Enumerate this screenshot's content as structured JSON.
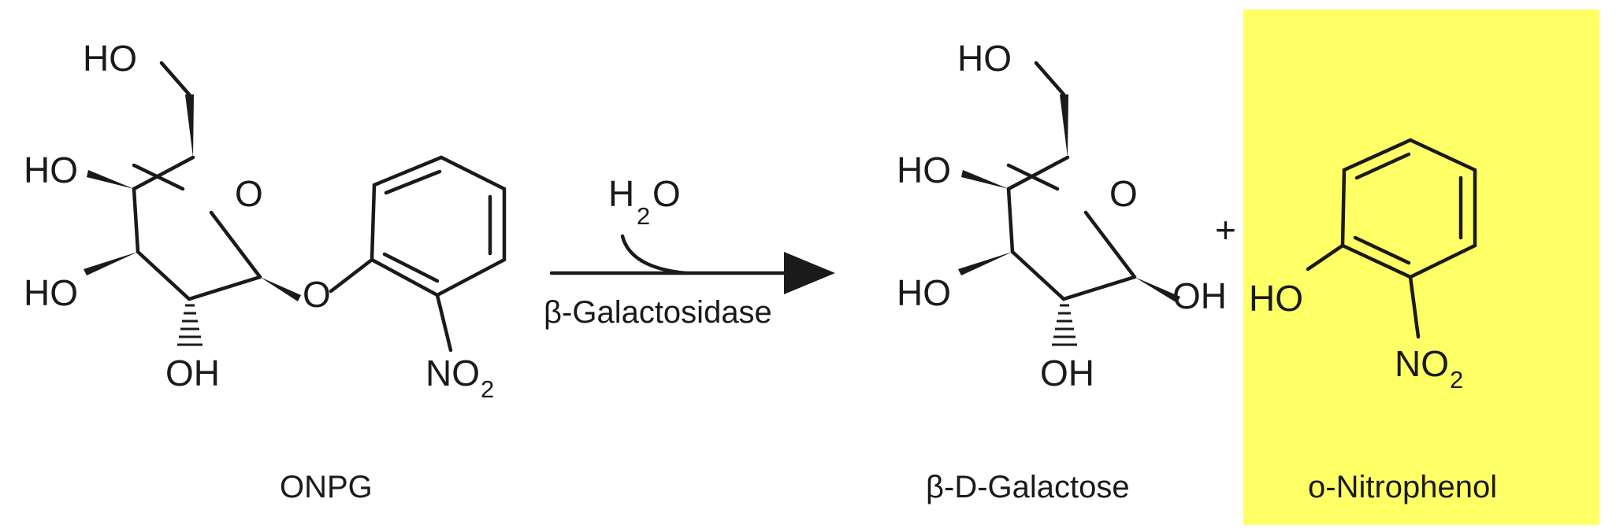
{
  "reaction": {
    "reactant": {
      "name": "ONPG",
      "groups": {
        "ch2oh": "HO",
        "c4": "HO",
        "c3": "HO",
        "c2": "OH",
        "ring_o": "O",
        "link_o": "O",
        "nitro": "NO",
        "nitro_sub": "2"
      }
    },
    "conditions": {
      "reagent": "H",
      "reagent_sub": "2",
      "reagent_tail": "O",
      "enzyme": "β-Galactosidase"
    },
    "product1": {
      "name": "β-D-Galactose",
      "groups": {
        "ch2oh": "HO",
        "c4": "HO",
        "c3": "HO",
        "c2": "OH",
        "c1": "OH",
        "ring_o": "O"
      }
    },
    "plus": "+",
    "product2": {
      "name": "o-Nitrophenol",
      "groups": {
        "oh": "HO",
        "nitro": "NO",
        "nitro_sub": "2"
      },
      "highlight_color": "#ffff66"
    }
  }
}
